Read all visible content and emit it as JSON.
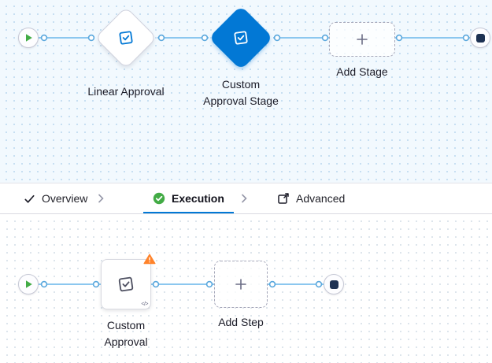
{
  "tabs": {
    "overview": {
      "label": "Overview"
    },
    "execution": {
      "label": "Execution"
    },
    "advanced": {
      "label": "Advanced"
    }
  },
  "stage_pipeline": {
    "linear_approval": {
      "label": "Linear Approval"
    },
    "custom_approval_stage": {
      "label_lines": [
        "Custom",
        "Approval Stage"
      ]
    },
    "add_stage": {
      "label": "Add Stage"
    }
  },
  "step_pipeline": {
    "custom_approval_step": {
      "label_lines": [
        "Custom",
        "Approval"
      ],
      "code_badge": "</>"
    },
    "add_step": {
      "label": "Add Step"
    }
  },
  "colors": {
    "accent_blue": "#0278d5",
    "success_green": "#42ab45",
    "warning_orange": "#ff832b",
    "connector_blue": "#8cc7ef",
    "stop_navy": "#1d3152"
  }
}
